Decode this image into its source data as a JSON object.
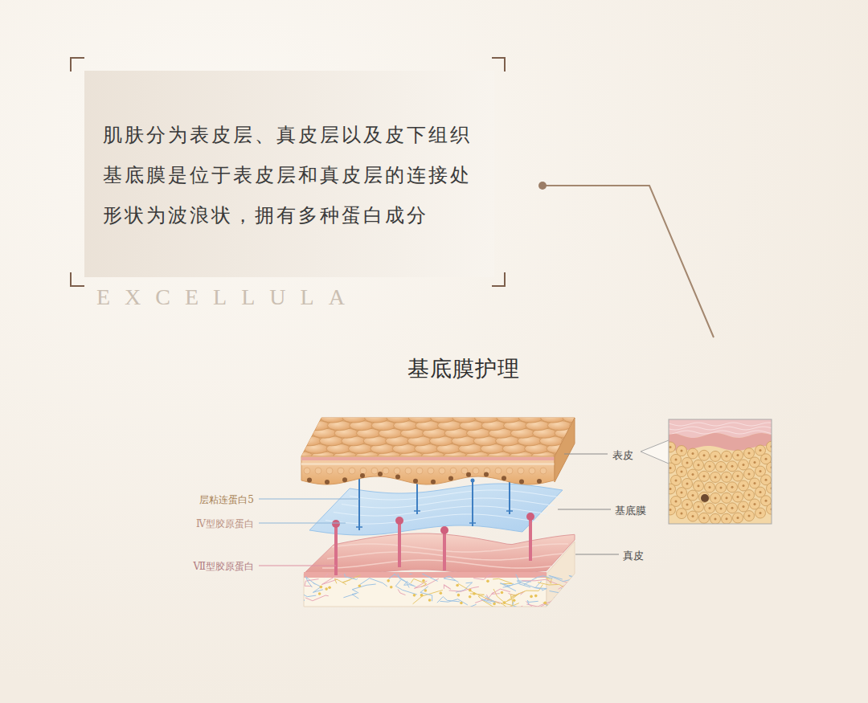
{
  "diagram": {
    "title": "基底膜护理",
    "nodes": [
      {
        "text": [
          "肌肤分为表皮层、真皮层以及皮下组织",
          "基底膜是位于表皮层和真皮层的连接处",
          "形状为波浪状，拥有多种蛋白成分"
        ]
      }
    ],
    "labels": [
      "EXCELLULA",
      "层粘连蛋白5",
      "Ⅳ型胶原蛋白",
      "Ⅶ型胶原蛋白",
      "表皮",
      "基底膜",
      "真皮"
    ]
  }
}
